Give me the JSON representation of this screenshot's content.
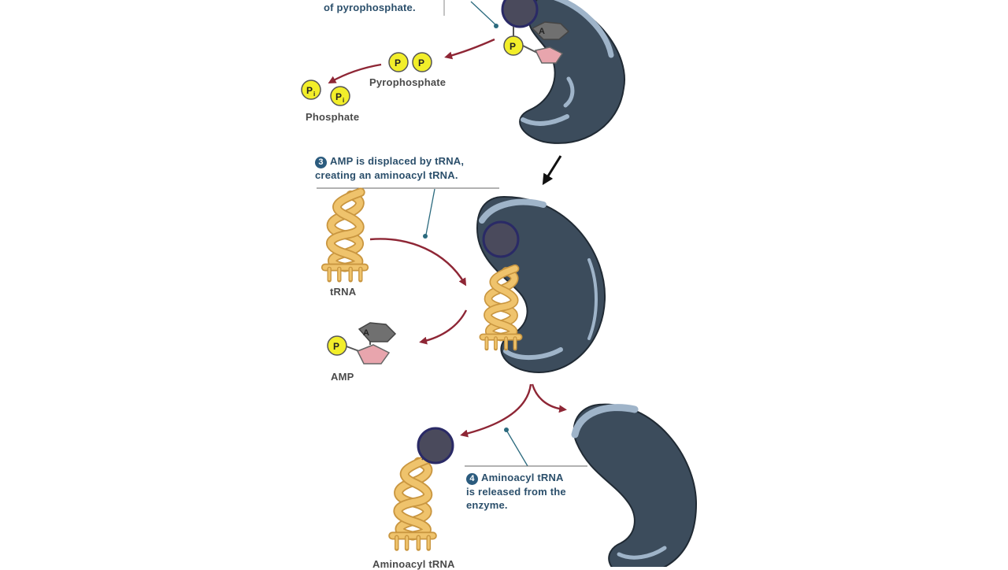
{
  "steps": {
    "step2_tail": "of pyrophosphate.",
    "step3": {
      "number": "3",
      "line1": "AMP is displaced by tRNA,",
      "line2": "creating an aminoacyl tRNA."
    },
    "step4": {
      "number": "4",
      "line1": "Aminoacyl tRNA",
      "line2": "is released from the",
      "line3": "enzyme."
    }
  },
  "labels": {
    "pyrophosphate": "Pyrophosphate",
    "phosphate": "Phosphate",
    "trna": "tRNA",
    "amp": "AMP",
    "aminoacyl_trna": "Aminoacyl tRNA"
  },
  "symbols": {
    "phosphate": "P",
    "phosphate_inorganic": "P",
    "phosphate_inorganic_sub": "i",
    "adenine": "A"
  },
  "colors": {
    "enzyme": "#3c4c5c",
    "enzyme_highlight": "#9fb4c9",
    "amino_acid": "#4a4a5c",
    "trna": "#efc36c",
    "trna_outline": "#c99640",
    "phosphate": "#f2ee2a",
    "ribose": "#e8a5ad",
    "adenine": "#707070",
    "arrow": "#8e2635",
    "pointer": "#2b6a7e"
  }
}
